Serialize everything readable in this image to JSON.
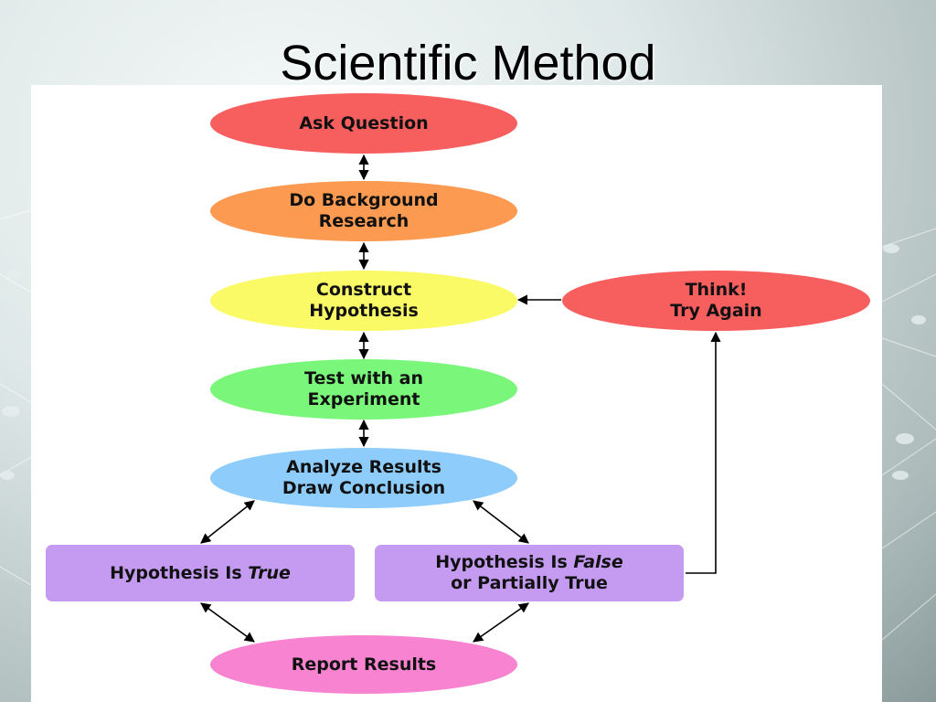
{
  "slide": {
    "title": "Scientific Method"
  },
  "nodes": {
    "ask": {
      "line1": "Ask Question",
      "color": "#f75f5f"
    },
    "research": {
      "line1": "Do Background",
      "line2": "Research",
      "color": "#fb9a50"
    },
    "hypothesis": {
      "line1": "Construct",
      "line2": "Hypothesis",
      "color": "#fafa66"
    },
    "experiment": {
      "line1": "Test with an",
      "line2": "Experiment",
      "color": "#7af77a"
    },
    "analyze": {
      "line1": "Analyze Results",
      "line2": "Draw Conclusion",
      "color": "#8ecdfb"
    },
    "true_result": {
      "prefix": "Hypothesis Is ",
      "emph": "True",
      "color": "#c49bf0"
    },
    "false_result": {
      "prefix": "Hypothesis Is ",
      "emph": "False",
      "line2": "or Partially True",
      "color": "#c49bf0"
    },
    "think": {
      "line1": "Think!",
      "line2": "Try Again",
      "color": "#f75f5f"
    },
    "report": {
      "line1": "Report Results",
      "color": "#f883d0"
    }
  }
}
